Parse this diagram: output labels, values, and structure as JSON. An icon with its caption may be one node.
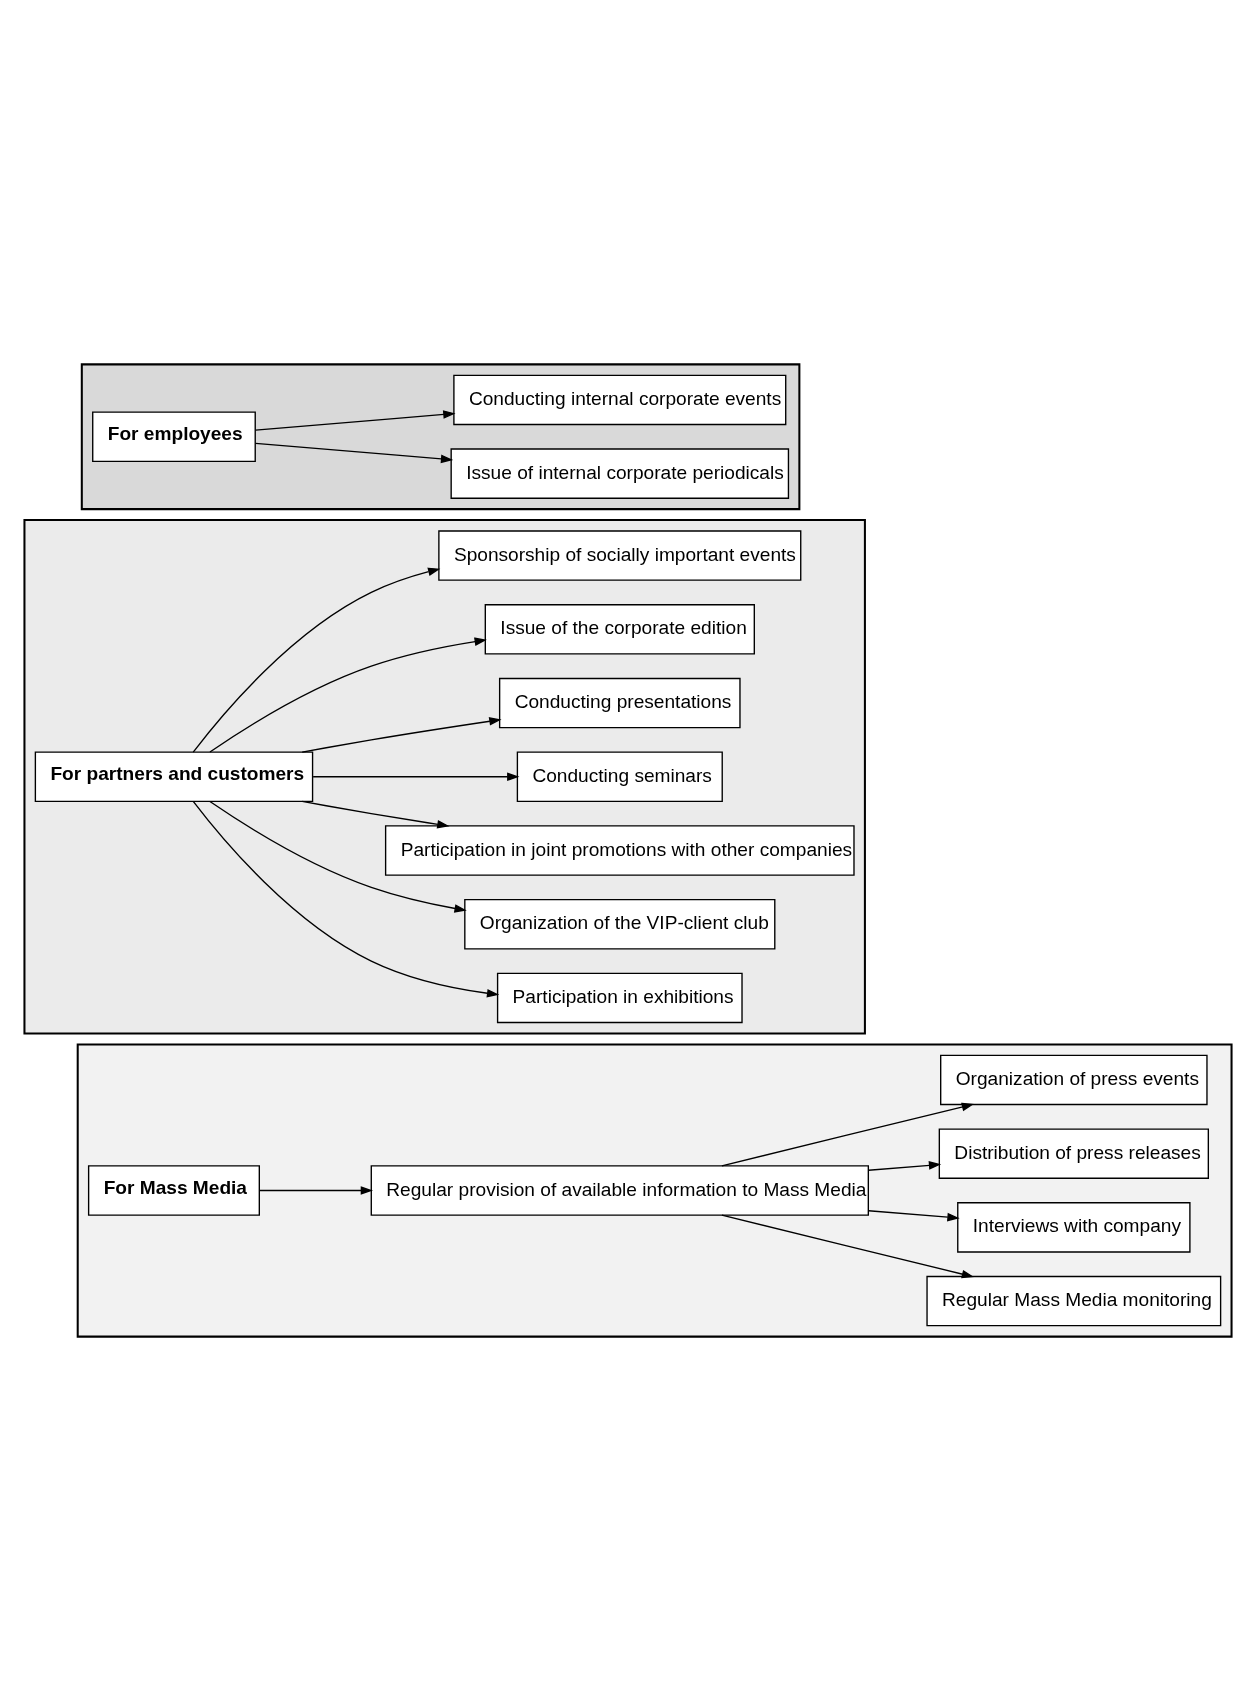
{
  "diagram": {
    "nodes": [
      {
        "text": [],
        "shape": "box"
      },
      {
        "text": [
          "For employees"
        ],
        "in": 0
      },
      {
        "text": [
          "Conducting internal corporate events"
        ],
        "in": 0
      },
      {
        "text": [
          "Issue of internal corporate periodicals"
        ],
        "in": 0
      },
      {
        "text": [],
        "shape": "box"
      },
      {
        "text": [
          "Sponsorship of socially important events"
        ],
        "in": 4
      },
      {
        "text": [
          "Issue of the corporate edition"
        ],
        "in": 4
      },
      {
        "text": [
          "Conducting presentations"
        ],
        "in": 4
      },
      {
        "text": [
          "For partners and customers"
        ],
        "in": 4
      },
      {
        "text": [
          "Conducting seminars"
        ],
        "in": 4
      },
      {
        "text": [
          "Participation in joint promotions with other companies"
        ],
        "in": 4
      },
      {
        "text": [
          "Organization of the VIP-client club"
        ],
        "in": 4
      },
      {
        "text": [
          "Participation in exhibitions"
        ],
        "in": 4
      },
      {
        "text": [],
        "shape": "box"
      },
      {
        "text": [
          "Organization of press events"
        ],
        "in": 13
      },
      {
        "text": [
          "Distribution of press releases"
        ],
        "in": 13
      },
      {
        "text": [
          "For Mass Media"
        ],
        "in": 13
      },
      {
        "text": [
          "Regular provision of available information to Mass Media"
        ],
        "in": 13
      },
      {
        "text": [
          "Interviews with company"
        ],
        "in": 13
      },
      {
        "text": [
          "Regular Mass Media monitoring"
        ],
        "in": 13
      }
    ],
    "edges": [
      {
        "from": 1,
        "to": 2,
        "arrow": "to"
      },
      {
        "from": 1,
        "to": 3,
        "arrow": "to"
      },
      {
        "from": 8,
        "to": 5,
        "arrow": "to"
      },
      {
        "from": 8,
        "to": 6,
        "arrow": "to"
      },
      {
        "from": 8,
        "to": 7,
        "arrow": "to"
      },
      {
        "from": 8,
        "to": 9,
        "arrow": "to"
      },
      {
        "from": 8,
        "to": 10,
        "arrow": "to"
      },
      {
        "from": 8,
        "to": 11,
        "arrow": "to"
      },
      {
        "from": 8,
        "to": 12,
        "arrow": "to"
      },
      {
        "from": 16,
        "to": 17,
        "arrow": "to"
      },
      {
        "from": 17,
        "to": 14,
        "arrow": "to"
      },
      {
        "from": 17,
        "to": 15,
        "arrow": "to"
      },
      {
        "from": 17,
        "to": 18,
        "arrow": "to"
      },
      {
        "from": 17,
        "to": 19,
        "arrow": "to"
      }
    ]
  }
}
